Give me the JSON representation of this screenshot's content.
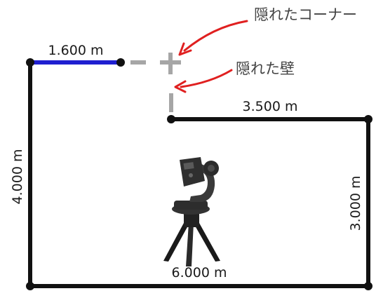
{
  "labels": {
    "top_left_wall": "1.600 m",
    "inner_top_wall": "3.500 m",
    "left_wall": "4.000 m",
    "right_wall": "3.000 m",
    "bottom_wall": "6.000 m"
  },
  "callouts": {
    "hidden_corner": "隠れたコーナー",
    "hidden_wall": "隠れた壁"
  },
  "colors": {
    "wall": "#111111",
    "measured_segment": "#1f1fd0",
    "hidden": "#a6a6a6",
    "arrow": "#e02020"
  },
  "icons": {
    "device": "laser-measure-on-tripod-icon"
  }
}
